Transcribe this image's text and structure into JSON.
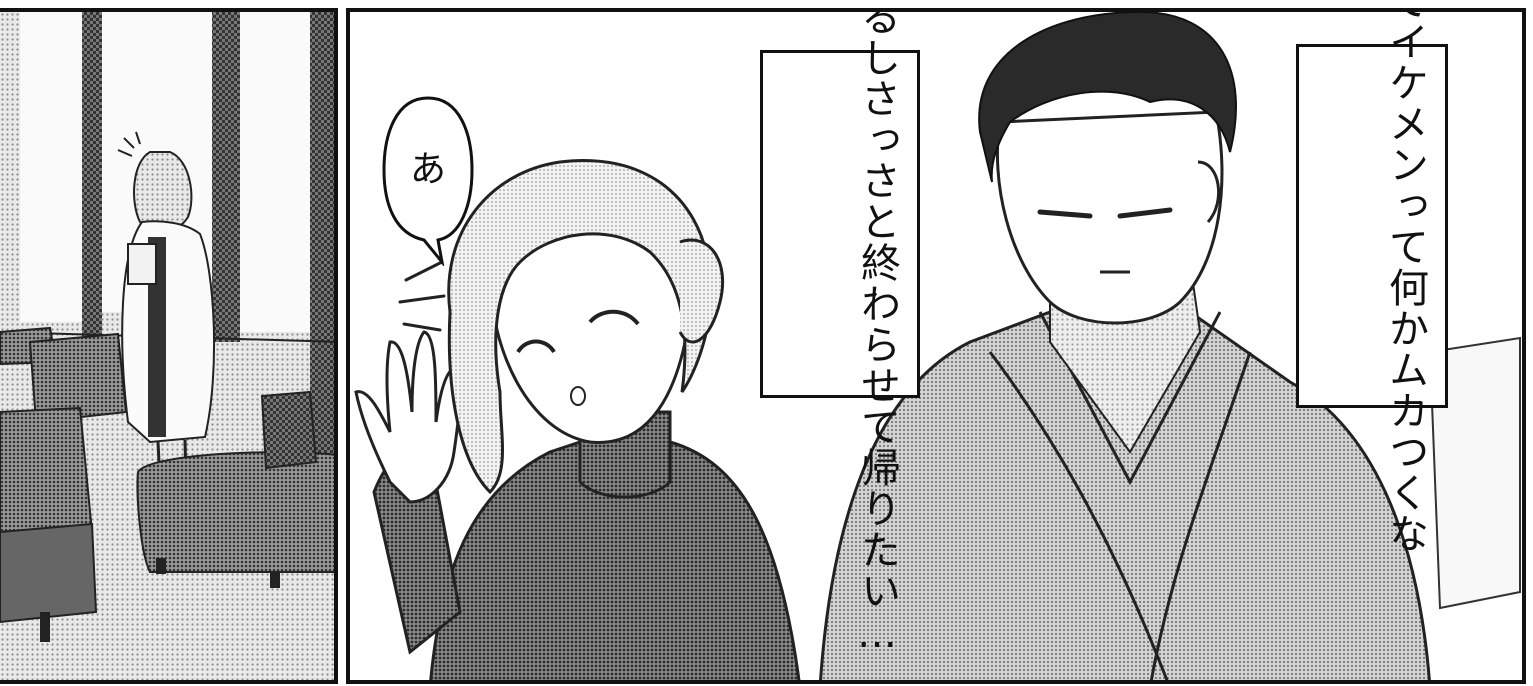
{
  "captions": {
    "doctor": {
      "line1": "医者でイケメンって",
      "line2": "何かムカつくな"
    },
    "tired": {
      "line1": "体も疲れてるし",
      "line2": "さっさと終わらせて",
      "line3": "帰りたい…"
    }
  },
  "speech": {
    "a": "あ"
  },
  "colors": {
    "ink": "#111111",
    "paper": "#ffffff",
    "tone_light": "#d6d6d6",
    "tone_mid": "#9a9a9a",
    "tone_dark": "#555555"
  }
}
